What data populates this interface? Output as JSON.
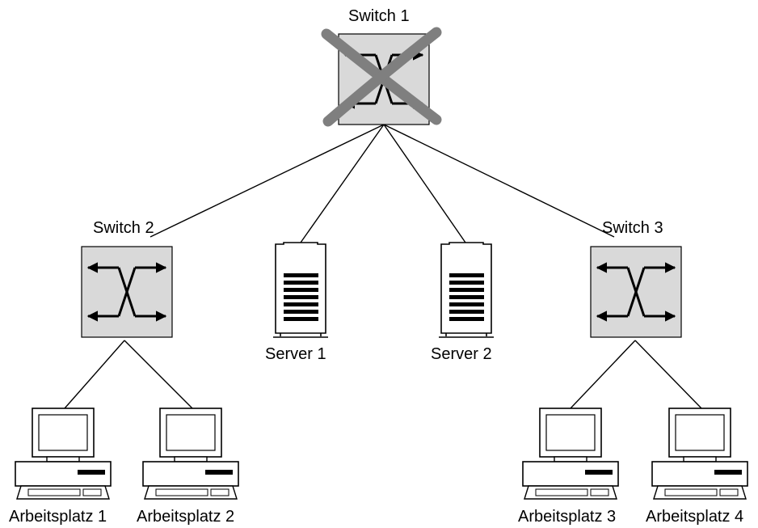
{
  "diagram": {
    "colors": {
      "switch_fill": "#d9d9d9",
      "failure_cross": "#7f7f7f",
      "line": "#000000"
    },
    "switches": [
      {
        "id": "switch1",
        "label": "Switch 1",
        "failed": true,
        "icon": "switch-icon"
      },
      {
        "id": "switch2",
        "label": "Switch 2",
        "failed": false,
        "icon": "switch-icon"
      },
      {
        "id": "switch3",
        "label": "Switch 3",
        "failed": false,
        "icon": "switch-icon"
      }
    ],
    "servers": [
      {
        "id": "server1",
        "label": "Server 1",
        "icon": "server-icon"
      },
      {
        "id": "server2",
        "label": "Server 2",
        "icon": "server-icon"
      }
    ],
    "workstations": [
      {
        "id": "ws1",
        "label": "Arbeitsplatz 1",
        "icon": "workstation-icon"
      },
      {
        "id": "ws2",
        "label": "Arbeitsplatz 2",
        "icon": "workstation-icon"
      },
      {
        "id": "ws3",
        "label": "Arbeitsplatz 3",
        "icon": "workstation-icon"
      },
      {
        "id": "ws4",
        "label": "Arbeitsplatz 4",
        "icon": "workstation-icon"
      }
    ],
    "connections": [
      [
        "switch1",
        "switch2"
      ],
      [
        "switch1",
        "server1"
      ],
      [
        "switch1",
        "server2"
      ],
      [
        "switch1",
        "switch3"
      ],
      [
        "switch2",
        "ws1"
      ],
      [
        "switch2",
        "ws2"
      ],
      [
        "switch3",
        "ws3"
      ],
      [
        "switch3",
        "ws4"
      ]
    ]
  }
}
